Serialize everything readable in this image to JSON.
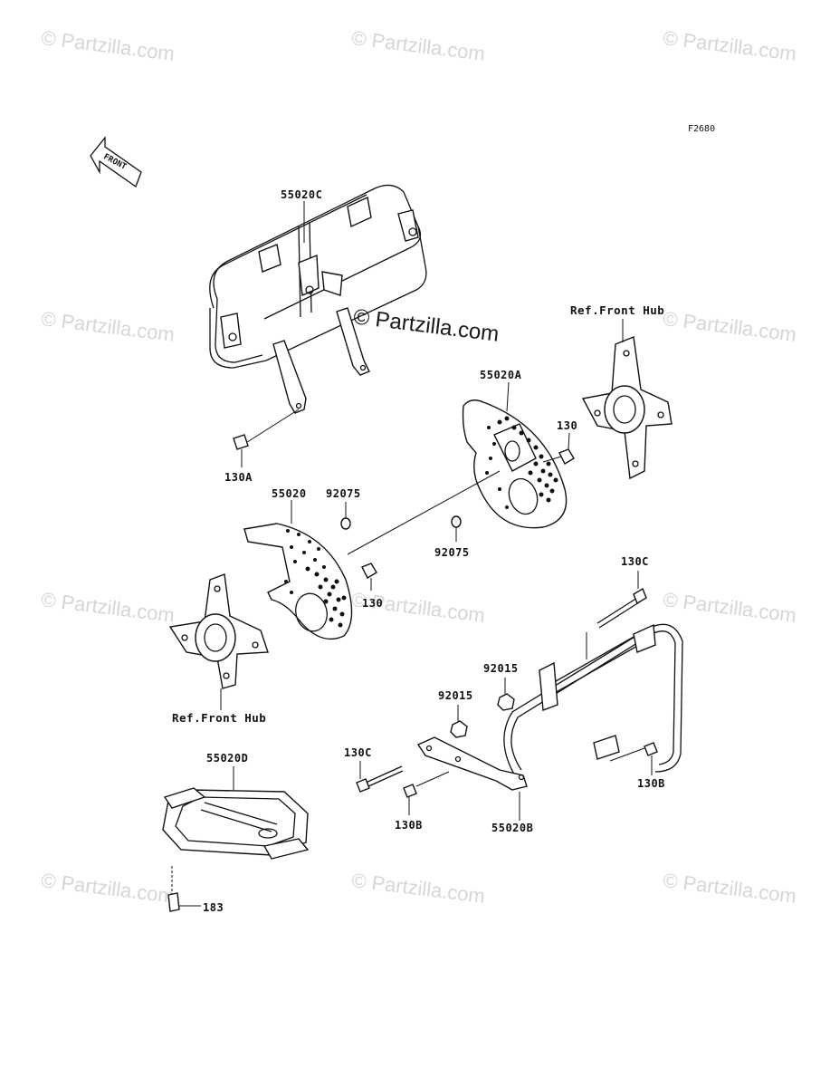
{
  "watermark": {
    "text": "© Partzilla.com",
    "center_text": "© Partzilla.com"
  },
  "diagram_code": "F2680",
  "front_arrow_label": "FRONT",
  "labels": {
    "p55020C": "55020C",
    "p55020A": "55020A",
    "p130_top": "130",
    "p130A": "130A",
    "p55020": "55020",
    "p92075_left": "92075",
    "p92075_right": "92075",
    "p130_mid": "130",
    "p130C_right": "130C",
    "p92015_right": "92015",
    "p92015_left": "92015",
    "p130C_left": "130C",
    "p130B_left": "130B",
    "p55020B": "55020B",
    "p130B_right": "130B",
    "p55020D": "55020D",
    "p183": "183"
  },
  "refs": {
    "front_hub_top": "Ref.Front Hub",
    "front_hub_bottom": "Ref.Front Hub"
  },
  "icons": [
    "front-arrow-icon"
  ]
}
